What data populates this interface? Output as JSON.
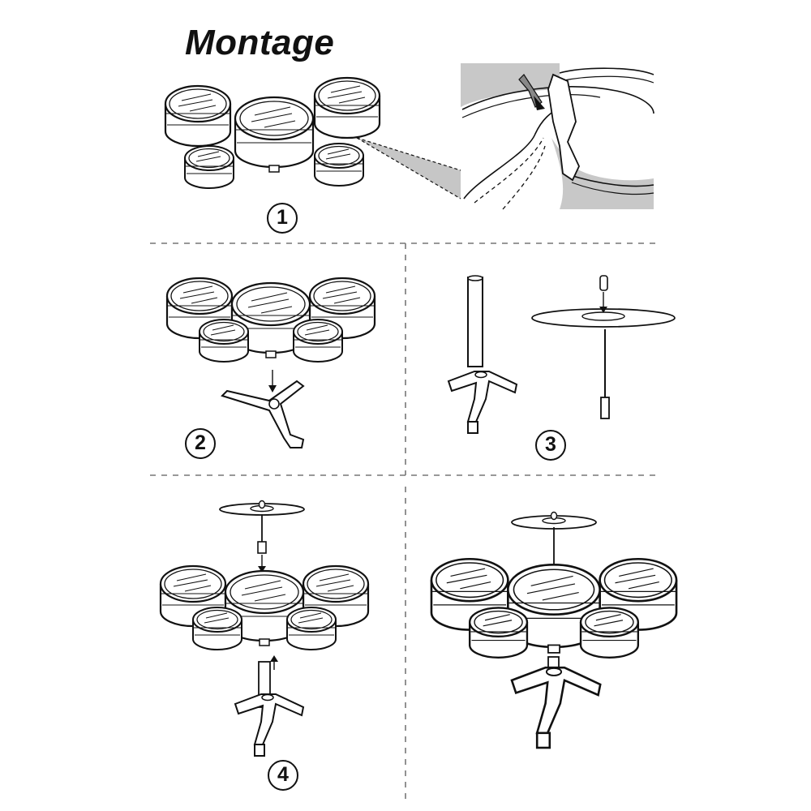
{
  "title": "Montage",
  "steps": [
    {
      "label": "1"
    },
    {
      "label": "2"
    },
    {
      "label": "3"
    },
    {
      "label": "4"
    }
  ]
}
